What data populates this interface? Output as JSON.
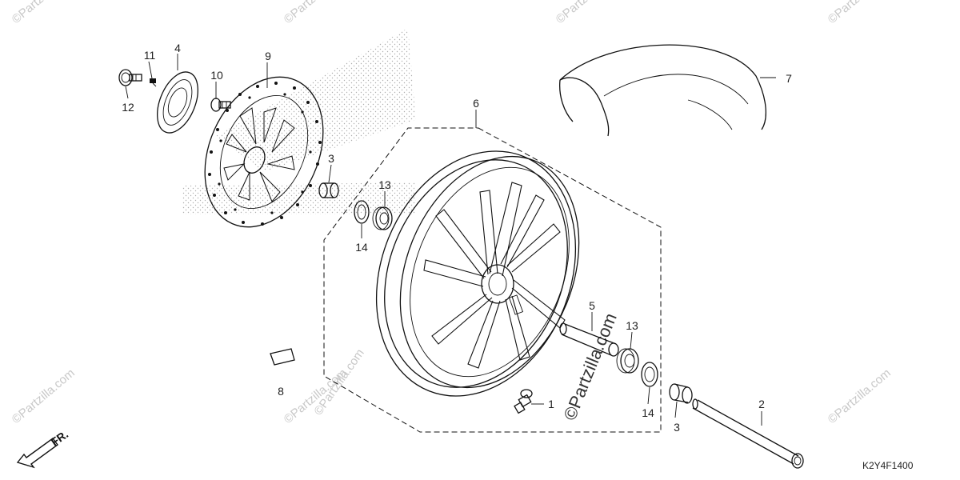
{
  "diagram": {
    "callouts": {
      "c1": "1",
      "c2": "2",
      "c3a": "3",
      "c3b": "3",
      "c4": "4",
      "c5": "5",
      "c6": "6",
      "c7": "7",
      "c8": "8",
      "c9": "9",
      "c10": "10",
      "c11": "11",
      "c12": "12",
      "c13a": "13",
      "c13b": "13",
      "c14a": "14",
      "c14b": "14"
    },
    "diagram_code": "K2Y4F1400",
    "direction_label": "FR.",
    "watermark": "©Partzilla.com"
  }
}
